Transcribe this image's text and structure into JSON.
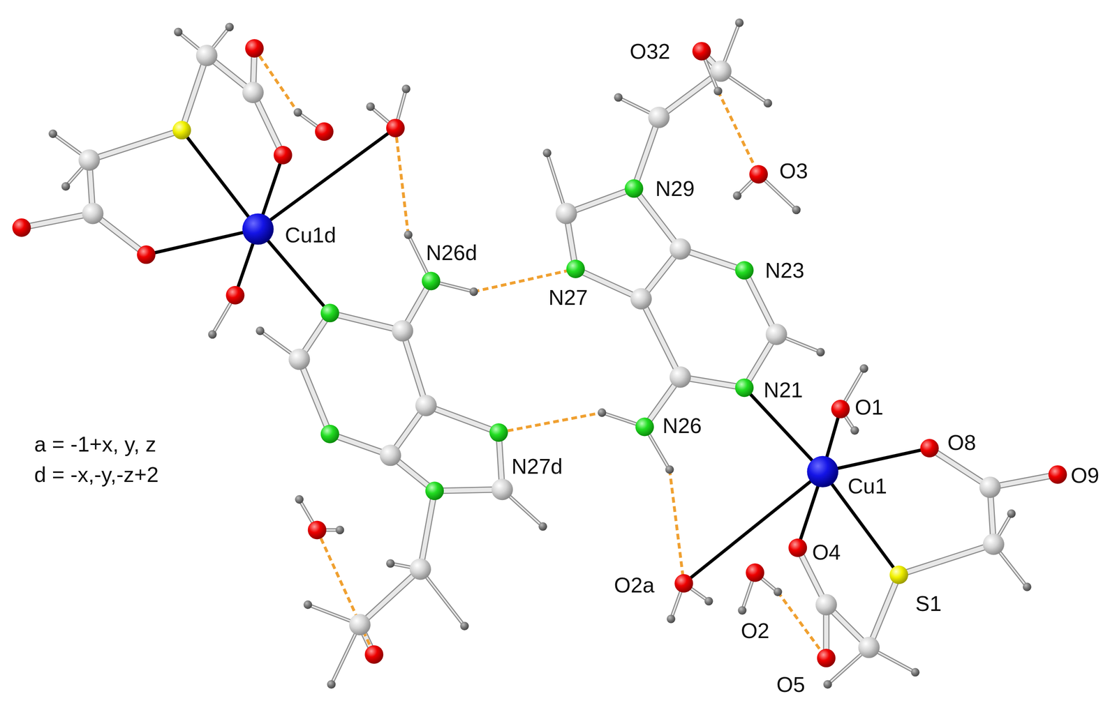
{
  "diagram": {
    "labels": [
      "O32",
      "O3",
      "N29",
      "Cu1d",
      "N26d",
      "N23",
      "N27",
      "N21",
      "O1",
      "O8",
      "O9",
      "N26",
      "Cu1",
      "N27d",
      "a = -1+x, y, z",
      "d = -x,-y,-z+2",
      "O4",
      "O2a",
      "S1",
      "O2",
      "O5"
    ]
  }
}
